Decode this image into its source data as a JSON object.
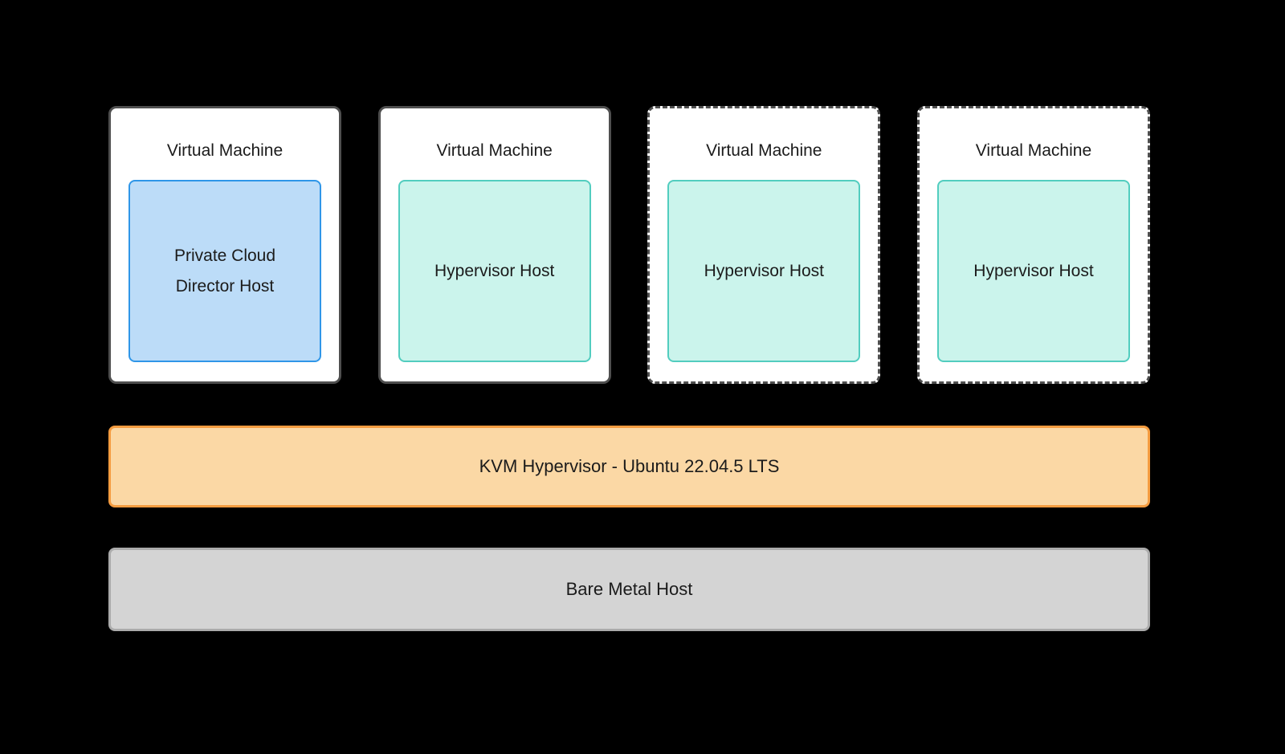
{
  "diagram": {
    "vms": [
      {
        "title": "Virtual Machine",
        "inner_label": "Private Cloud Director Host",
        "border_style": "solid",
        "inner_style": "blue"
      },
      {
        "title": "Virtual Machine",
        "inner_label": "Hypervisor Host",
        "border_style": "solid",
        "inner_style": "teal"
      },
      {
        "title": "Virtual Machine",
        "inner_label": "Hypervisor Host",
        "border_style": "dashed",
        "inner_style": "teal"
      },
      {
        "title": "Virtual Machine",
        "inner_label": "Hypervisor Host",
        "border_style": "dashed",
        "inner_style": "teal"
      }
    ],
    "hypervisor_bar": {
      "label": "KVM Hypervisor - Ubuntu 22.04.5 LTS"
    },
    "bare_metal_bar": {
      "label": "Bare Metal Host"
    },
    "colors": {
      "background": "#000000",
      "vm_box_fill": "#ffffff",
      "vm_box_border": "#4f4f4f",
      "blue_fill": "#bcdcf8",
      "blue_border": "#2f96e8",
      "teal_fill": "#cbf4ec",
      "teal_border": "#52cdbf",
      "orange_fill": "#fbd8a5",
      "orange_border": "#f59c40",
      "gray_fill": "#d4d4d4",
      "gray_border": "#ababab",
      "text": "#1b1b1b"
    }
  }
}
